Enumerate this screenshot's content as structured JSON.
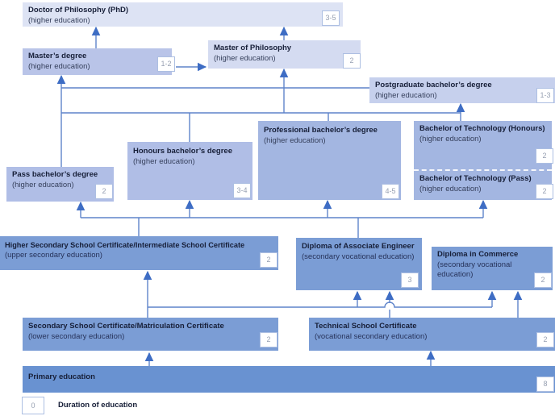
{
  "boxes": {
    "phd": {
      "title": "Doctor of Philosophy (PhD)",
      "subtitle": "(higher education)",
      "badge": "3-5"
    },
    "masters": {
      "title": "Master’s degree",
      "subtitle": "(higher education)",
      "badge": "1-2"
    },
    "mphil": {
      "title": "Master of Philosophy",
      "subtitle": "(higher education)",
      "badge": "2"
    },
    "postgrad": {
      "title": "Postgraduate bachelor’s degree",
      "subtitle": "(higher education)",
      "badge": "1-3"
    },
    "pass": {
      "title": "Pass bachelor’s degree",
      "subtitle": "(higher education)",
      "badge": "2"
    },
    "honours": {
      "title": "Honours bachelor’s degree",
      "subtitle": "(higher education)",
      "badge": "3-4"
    },
    "professional": {
      "title": "Professional bachelor’s degree",
      "subtitle": "(higher education)",
      "badge": "4-5"
    },
    "btech_honours": {
      "title": "Bachelor of Technology (Honours)",
      "subtitle": "(higher education)",
      "badge": "2"
    },
    "btech_pass": {
      "title": "Bachelor of Technology (Pass)",
      "subtitle": "(higher education)",
      "badge": "2"
    },
    "hssc": {
      "title": "Higher Secondary School Certificate/Intermediate School Certificate",
      "subtitle": "(upper secondary education)",
      "badge": "2"
    },
    "assoc_engineer": {
      "title": "Diploma of Associate Engineer",
      "subtitle": "(secondary vocational education)",
      "badge": "3"
    },
    "commerce": {
      "title": "Diploma in Commerce",
      "subtitle": "(secondary vocational education)",
      "badge": "2"
    },
    "ssc": {
      "title": "Secondary School Certificate/Matriculation Certificate",
      "subtitle": "(lower secondary education)",
      "badge": "2"
    },
    "tsc": {
      "title": "Technical School Certificate",
      "subtitle": "(vocational secondary education)",
      "badge": "2"
    },
    "primary": {
      "title": "Primary education",
      "badge": "8"
    }
  },
  "legend": {
    "badge": "0",
    "label": "Duration of education"
  },
  "colors": {
    "level_light": "#dde3f4",
    "level_masters": "#b9c4e8",
    "level_mphil": "#d4dbf1",
    "level_postgrad": "#c6d0ed",
    "level_bachelor_light": "#b0bee6",
    "level_bachelor": "#a3b6e1",
    "level_secondary": "#7b9dd5",
    "level_primary": "#6992d1",
    "line": "#5f84ca",
    "arrow": "#3e6dc4",
    "badge_border": "#adbfe2",
    "badge_text": "#97a0b2",
    "title_text": "#171f38"
  }
}
